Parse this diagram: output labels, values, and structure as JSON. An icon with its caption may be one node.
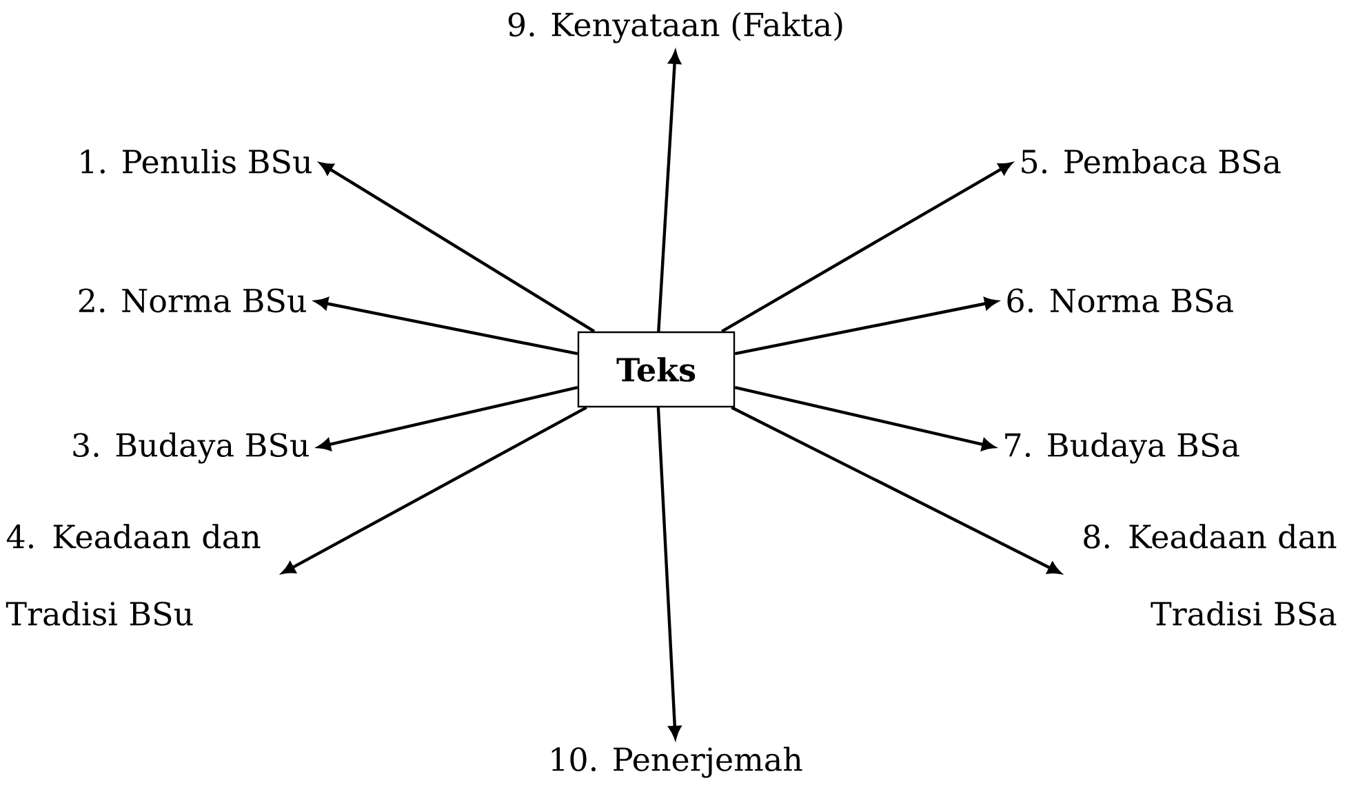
{
  "diagram": {
    "nodes": [
      {
        "text": [
          "**Teks**"
        ]
      },
      {
        "text": [
          "1. Penulis BSu"
        ]
      },
      {
        "text": [
          "2. Norma BSu"
        ]
      },
      {
        "text": [
          "3. Budaya BSu"
        ]
      },
      {
        "text": [
          "4. Keadaan dan Tradisi BSu"
        ]
      },
      {
        "text": [
          "5. Pembaca BSa"
        ]
      },
      {
        "text": [
          "6. Norma BSa"
        ]
      },
      {
        "text": [
          "7. Budaya BSa"
        ]
      },
      {
        "text": [
          "8. Keadaan dan Tradisi BSa"
        ]
      },
      {
        "text": [
          "9. Kenyataan (Fakta)"
        ]
      },
      {
        "text": [
          "10. Penerjemah"
        ]
      }
    ],
    "edges": [
      {
        "from": 0,
        "to": 1,
        "arrow": "to"
      },
      {
        "from": 0,
        "to": 2,
        "arrow": "to"
      },
      {
        "from": 0,
        "to": 3,
        "arrow": "to"
      },
      {
        "from": 0,
        "to": 4,
        "arrow": "to"
      },
      {
        "from": 0,
        "to": 5,
        "arrow": "to"
      },
      {
        "from": 0,
        "to": 6,
        "arrow": "to"
      },
      {
        "from": 0,
        "to": 7,
        "arrow": "to"
      },
      {
        "from": 0,
        "to": 8,
        "arrow": "to"
      },
      {
        "from": 0,
        "to": 9,
        "arrow": "to"
      },
      {
        "from": 0,
        "to": 10,
        "arrow": "to"
      }
    ]
  }
}
